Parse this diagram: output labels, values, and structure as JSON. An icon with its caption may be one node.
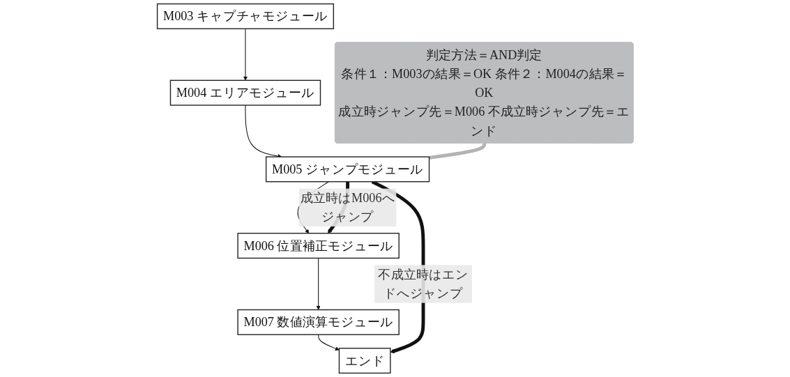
{
  "diagram": {
    "nodes": [
      {
        "text": [
          "M003 キャプチャモジュール"
        ]
      },
      {
        "text": [
          "M004 エリアモジュール"
        ]
      },
      {
        "text": [
          "M005 ジャンプモジュール"
        ]
      },
      {
        "text": [
          "M006 位置補正モジュール"
        ]
      },
      {
        "text": [
          "M007 数値演算モジュール"
        ]
      },
      {
        "text": [
          "エンド"
        ]
      },
      {
        "text": [
          "判定方法＝AND判定",
          "条件１：M003の結果＝OK 条件２：M004の結果＝OK",
          "成立時ジャンプ先＝M006 不成立時ジャンプ先＝エンド"
        ]
      }
    ],
    "edges": [
      {
        "from": 0,
        "to": 1,
        "arrow": "to"
      },
      {
        "from": 1,
        "to": 2,
        "arrow": "to"
      },
      {
        "from": 2,
        "to": 3,
        "arrow": "to"
      },
      {
        "from": 2,
        "to": 3,
        "arrow": "to",
        "label": "成立時はM006へジャンプ",
        "style": "thick"
      },
      {
        "from": 3,
        "to": 4,
        "arrow": "to"
      },
      {
        "from": 4,
        "to": 5,
        "arrow": "to"
      },
      {
        "from": 2,
        "to": 5,
        "arrow": "to",
        "label": "不成立時はエンドへジャンプ",
        "style": "thick"
      },
      {
        "from": 6,
        "to": 2,
        "arrow": "none",
        "style": "thick",
        "color": "#b3b3b3"
      }
    ]
  }
}
